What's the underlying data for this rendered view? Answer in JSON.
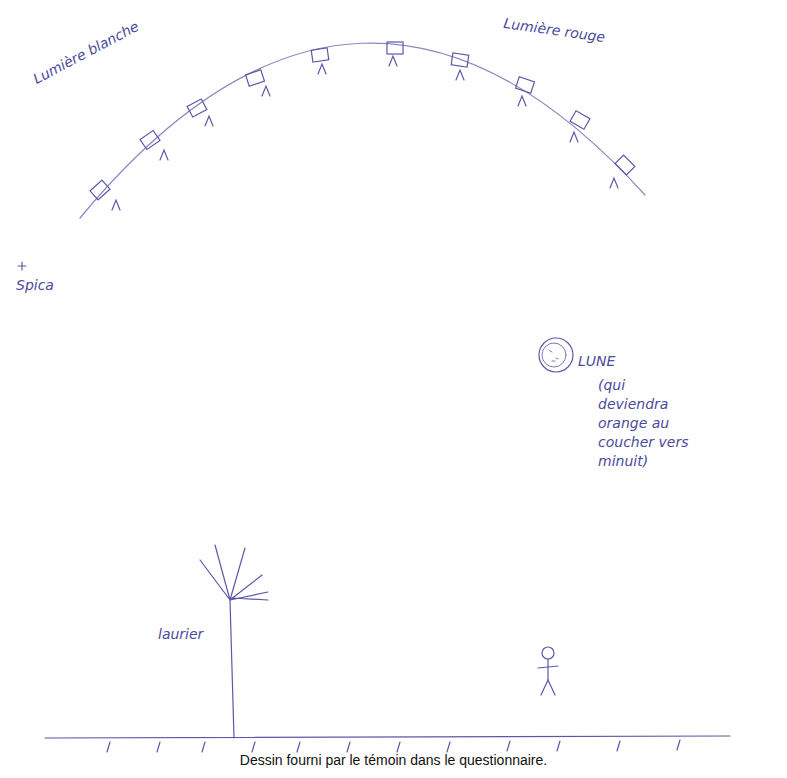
{
  "diagram": {
    "caption": "Dessin fourni par le témoin dans le questionnaire.",
    "labels": [
      "Lumière blanche",
      "Lumière rouge",
      "Spica",
      "LUNE",
      "(qui deviendra orange au coucher vers minuit)",
      "laurier"
    ]
  }
}
